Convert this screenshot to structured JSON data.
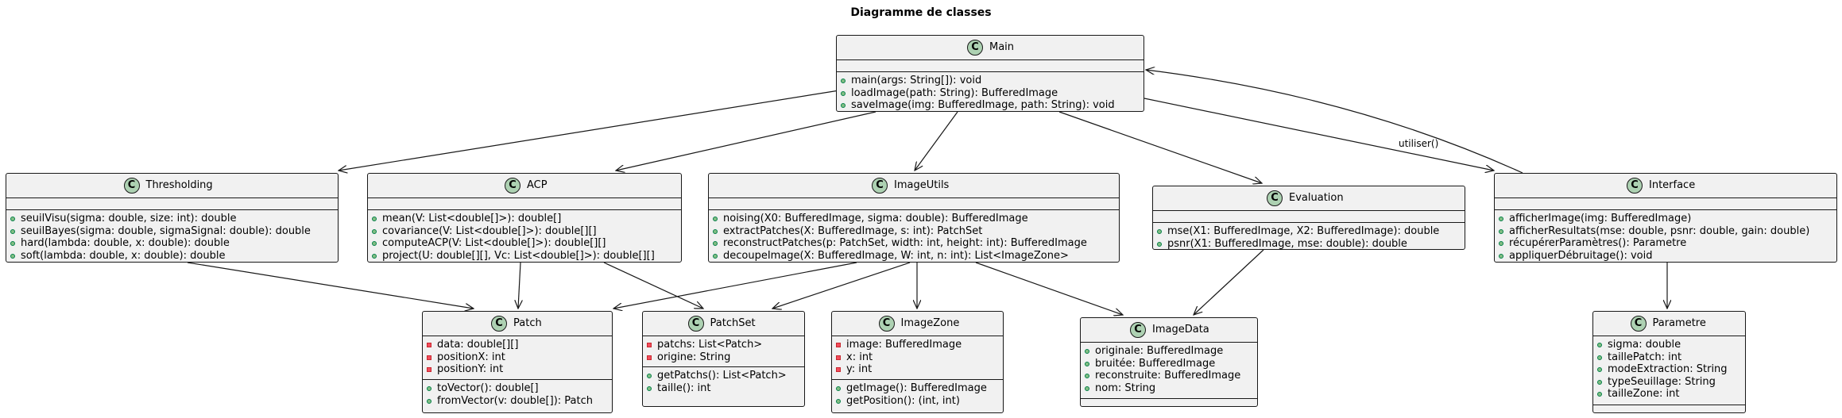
{
  "diagram": {
    "title": "Diagramme de classes",
    "edge_label": "utiliser()",
    "classes": {
      "main": {
        "badge": "C",
        "name": "Main",
        "methods": [
          {
            "v": "+",
            "text": "main(args: String[]): void"
          },
          {
            "v": "+",
            "text": "loadImage(path: String): BufferedImage"
          },
          {
            "v": "+",
            "text": "saveImage(img: BufferedImage, path: String): void"
          }
        ]
      },
      "thresholding": {
        "badge": "C",
        "name": "Thresholding",
        "methods": [
          {
            "v": "+",
            "text": "seuilVisu(sigma: double, size: int): double"
          },
          {
            "v": "+",
            "text": "seuilBayes(sigma: double, sigmaSignal: double): double"
          },
          {
            "v": "+",
            "text": "hard(lambda: double, x: double): double"
          },
          {
            "v": "+",
            "text": "soft(lambda: double, x: double): double"
          }
        ]
      },
      "acp": {
        "badge": "C",
        "name": "ACP",
        "methods": [
          {
            "v": "+",
            "text": "mean(V: List<double[]>): double[]"
          },
          {
            "v": "+",
            "text": "covariance(V: List<double[]>): double[][]"
          },
          {
            "v": "+",
            "text": "computeACP(V: List<double[]>): double[][]"
          },
          {
            "v": "+",
            "text": "project(U: double[][], Vc: List<double[]>): double[][]"
          }
        ]
      },
      "imageutils": {
        "badge": "C",
        "name": "ImageUtils",
        "methods": [
          {
            "v": "+",
            "text": "noising(X0: BufferedImage, sigma: double): BufferedImage"
          },
          {
            "v": "+",
            "text": "extractPatches(X: BufferedImage, s: int): PatchSet"
          },
          {
            "v": "+",
            "text": "reconstructPatches(p: PatchSet, width: int, height: int): BufferedImage"
          },
          {
            "v": "+",
            "text": "decoupeImage(X: BufferedImage, W: int, n: int): List<ImageZone>"
          }
        ]
      },
      "evaluation": {
        "badge": "C",
        "name": "Evaluation",
        "methods": [
          {
            "v": "+",
            "text": "mse(X1: BufferedImage, X2: BufferedImage): double"
          },
          {
            "v": "+",
            "text": "psnr(X1: BufferedImage, mse: double): double"
          }
        ]
      },
      "interface": {
        "badge": "C",
        "name": "Interface",
        "methods": [
          {
            "v": "+",
            "text": "afficherImage(img: BufferedImage)"
          },
          {
            "v": "+",
            "text": "afficherResultats(mse: double, psnr: double, gain: double)"
          },
          {
            "v": "+",
            "text": "récupérerParamètres(): Parametre"
          },
          {
            "v": "+",
            "text": "appliquerDébruitage(): void"
          }
        ]
      },
      "patch": {
        "badge": "C",
        "name": "Patch",
        "fields": [
          {
            "v": "-",
            "text": "data: double[][]"
          },
          {
            "v": "-",
            "text": "positionX: int"
          },
          {
            "v": "-",
            "text": "positionY: int"
          }
        ],
        "methods": [
          {
            "v": "+",
            "text": "toVector(): double[]"
          },
          {
            "v": "+",
            "text": "fromVector(v: double[]): Patch"
          }
        ]
      },
      "patchset": {
        "badge": "C",
        "name": "PatchSet",
        "fields": [
          {
            "v": "-",
            "text": "patchs: List<Patch>"
          },
          {
            "v": "-",
            "text": "origine: String"
          }
        ],
        "methods": [
          {
            "v": "+",
            "text": "getPatchs(): List<Patch>"
          },
          {
            "v": "+",
            "text": "taille(): int"
          }
        ]
      },
      "imagezone": {
        "badge": "C",
        "name": "ImageZone",
        "fields": [
          {
            "v": "-",
            "text": "image: BufferedImage"
          },
          {
            "v": "-",
            "text": "x: int"
          },
          {
            "v": "-",
            "text": "y: int"
          }
        ],
        "methods": [
          {
            "v": "+",
            "text": "getImage(): BufferedImage"
          },
          {
            "v": "+",
            "text": "getPosition(): (int, int)"
          }
        ]
      },
      "imagedata": {
        "badge": "C",
        "name": "ImageData",
        "fields": [
          {
            "v": "+",
            "text": "originale: BufferedImage"
          },
          {
            "v": "+",
            "text": "bruitée: BufferedImage"
          },
          {
            "v": "+",
            "text": "reconstruite: BufferedImage"
          },
          {
            "v": "+",
            "text": "nom: String"
          }
        ],
        "methods": []
      },
      "parametre": {
        "badge": "C",
        "name": "Parametre",
        "fields": [
          {
            "v": "+",
            "text": "sigma: double"
          },
          {
            "v": "+",
            "text": "taillePatch: int"
          },
          {
            "v": "+",
            "text": "modeExtraction: String"
          },
          {
            "v": "+",
            "text": "typeSeuillage: String"
          },
          {
            "v": "+",
            "text": "tailleZone: int"
          }
        ],
        "methods": []
      }
    },
    "relations": [
      {
        "from": "main",
        "to": "thresholding"
      },
      {
        "from": "main",
        "to": "acp"
      },
      {
        "from": "main",
        "to": "imageutils"
      },
      {
        "from": "main",
        "to": "evaluation"
      },
      {
        "from": "main",
        "to": "interface"
      },
      {
        "from": "interface",
        "to": "main",
        "label": "utiliser()"
      },
      {
        "from": "thresholding",
        "to": "patch"
      },
      {
        "from": "acp",
        "to": "patch"
      },
      {
        "from": "acp",
        "to": "patchset"
      },
      {
        "from": "imageutils",
        "to": "patch"
      },
      {
        "from": "imageutils",
        "to": "patchset"
      },
      {
        "from": "imageutils",
        "to": "imagezone"
      },
      {
        "from": "imageutils",
        "to": "imagedata"
      },
      {
        "from": "evaluation",
        "to": "imagedata"
      },
      {
        "from": "interface",
        "to": "parametre"
      }
    ]
  }
}
